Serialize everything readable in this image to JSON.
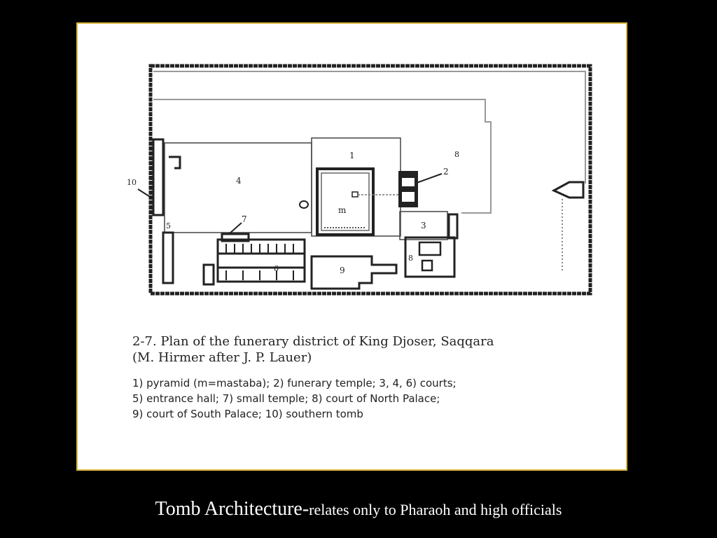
{
  "figure": {
    "caption_title": "2-7. Plan of the funerary district of King Djoser, Saqqara",
    "caption_credit": "(M. Hirmer after J. P. Lauer)",
    "legend_lines": [
      "1) pyramid (m=mastaba);  2) funerary temple;  3, 4, 6) courts;",
      "5) entrance hall;  7) small temple;  8) court of North Palace;",
      "9) court of South Palace;  10) southern tomb"
    ],
    "plan_labels": {
      "l1": "1",
      "l2": "2",
      "l3": "3",
      "l4": "4",
      "l5": "5",
      "l6": "6",
      "l7": "7",
      "l8": "8",
      "l9": "9",
      "l10": "10",
      "lm": "m",
      "lnorth": "8"
    }
  },
  "footer": {
    "title": "Tomb Architecture-",
    "subtitle": "relates only to Pharaoh and high officials"
  },
  "colors": {
    "background": "#000000",
    "card_border": "#d8b640",
    "ink": "#222222"
  }
}
